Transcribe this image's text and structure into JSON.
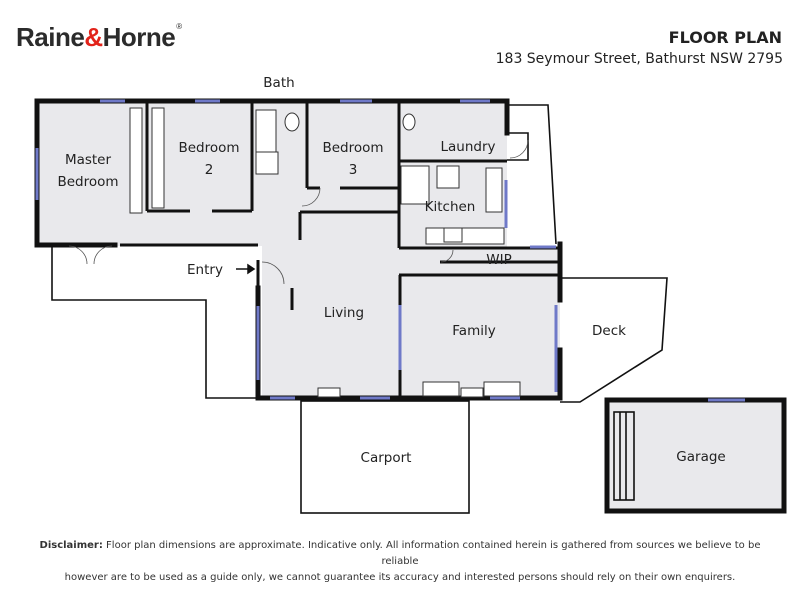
{
  "brand": {
    "logo_part1": "Raine",
    "logo_amp": "&",
    "logo_part2": "Horne",
    "logo_reg": "®"
  },
  "header": {
    "title": "FLOOR PLAN",
    "address": "183 Seymour Street, Bathurst NSW 2795"
  },
  "rooms": {
    "bath": "Bath",
    "master_line1": "Master",
    "master_line2": "Bedroom",
    "bedroom2_line1": "Bedroom",
    "bedroom2_line2": "2",
    "bedroom3_line1": "Bedroom",
    "bedroom3_line2": "3",
    "laundry": "Laundry",
    "kitchen": "Kitchen",
    "wip": "WIP",
    "entry": "Entry",
    "living": "Living",
    "family": "Family",
    "deck": "Deck",
    "carport": "Carport",
    "garage": "Garage"
  },
  "disclaimer": {
    "label": "Disclaimer:",
    "line1": " Floor plan dimensions are approximate. Indicative only. All information contained herein is gathered from sources we believe to be reliable",
    "line2": "however are to be used as a guide only, we cannot guarantee its accuracy and interested persons should rely on their own enquirers."
  },
  "colors": {
    "wall": "#111111",
    "floor": "#e9e9ec",
    "window": "#6f79c8",
    "logo_accent": "#e2231a"
  }
}
